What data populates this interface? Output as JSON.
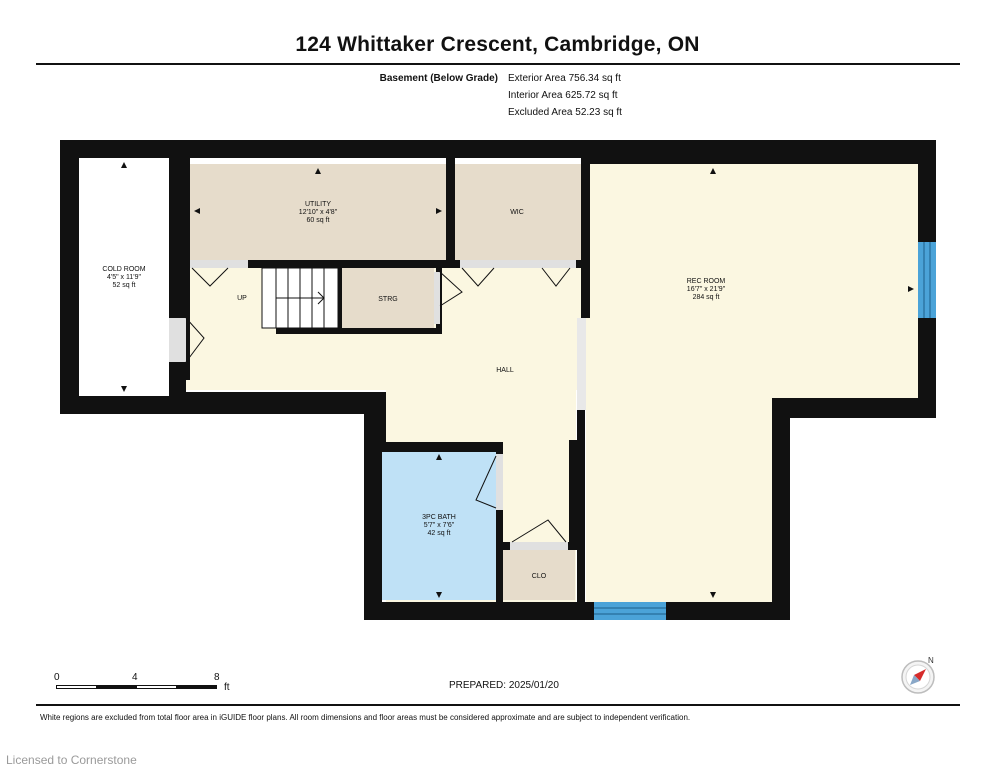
{
  "title": "124 Whittaker Crescent, Cambridge, ON",
  "summary": {
    "level": "Basement (Below Grade)",
    "exterior": "Exterior Area 756.34 sq ft",
    "interior": "Interior Area 625.72 sq ft",
    "excluded": "Excluded Area 52.23 sq ft"
  },
  "rooms": {
    "cold_room": {
      "name": "COLD ROOM",
      "dims": "4'5\" x 11'9\"",
      "area": "52 sq ft"
    },
    "utility": {
      "name": "UTILITY",
      "dims": "12'10\" x 4'8\"",
      "area": "60 sq ft"
    },
    "wic": {
      "name": "WIC"
    },
    "rec_room": {
      "name": "REC ROOM",
      "dims": "16'7\" x 21'9\"",
      "area": "284 sq ft"
    },
    "strg": {
      "name": "STRG"
    },
    "hall": {
      "name": "HALL"
    },
    "up": {
      "name": "UP"
    },
    "bath": {
      "name": "3PC BATH",
      "dims": "5'7\" x 7'6\"",
      "area": "42 sq ft"
    },
    "clo": {
      "name": "CLO"
    }
  },
  "scale": {
    "t0": "0",
    "t4": "4",
    "t8": "8",
    "unit": "ft"
  },
  "compass": {
    "label": "N"
  },
  "prepared": "PREPARED: 2025/01/20",
  "disclaimer": "White regions are excluded from total floor area in iGUIDE floor plans. All room dimensions and floor areas must be considered approximate and are subject to independent verification.",
  "licensed": "Licensed to Cornerstone",
  "colors": {
    "wall": "#111111",
    "hall": "#fbf7e1",
    "utility": "#e6dccb",
    "bath": "#bfe1f6",
    "window": "#4ba3d8",
    "cold": "#ffffff"
  }
}
